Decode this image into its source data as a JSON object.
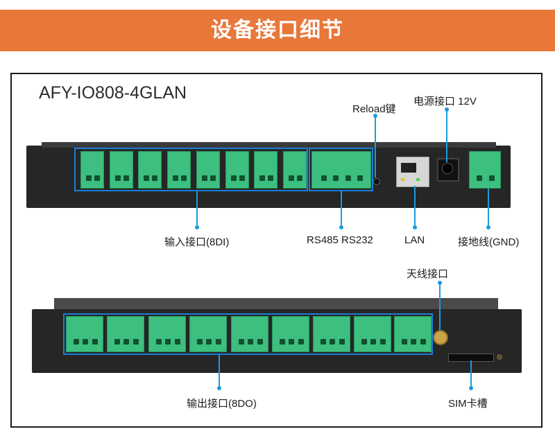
{
  "banner": {
    "title": "设备接口细节"
  },
  "model": "AFY-IO808-4GLAN",
  "labels": {
    "reload": "Reload键",
    "power": "电源接口 12V",
    "input": "输入接口(8DI)",
    "rs": "RS485 RS232",
    "lan": "LAN",
    "gnd": "接地线(GND)",
    "antenna": "天线接口",
    "output": "输出接口(8DO)",
    "sim": "SIM卡槽"
  },
  "colors": {
    "banner": "#e8773a",
    "terminal": "#3dbf7f",
    "callout": "#1a9be0",
    "device": "#262626"
  }
}
